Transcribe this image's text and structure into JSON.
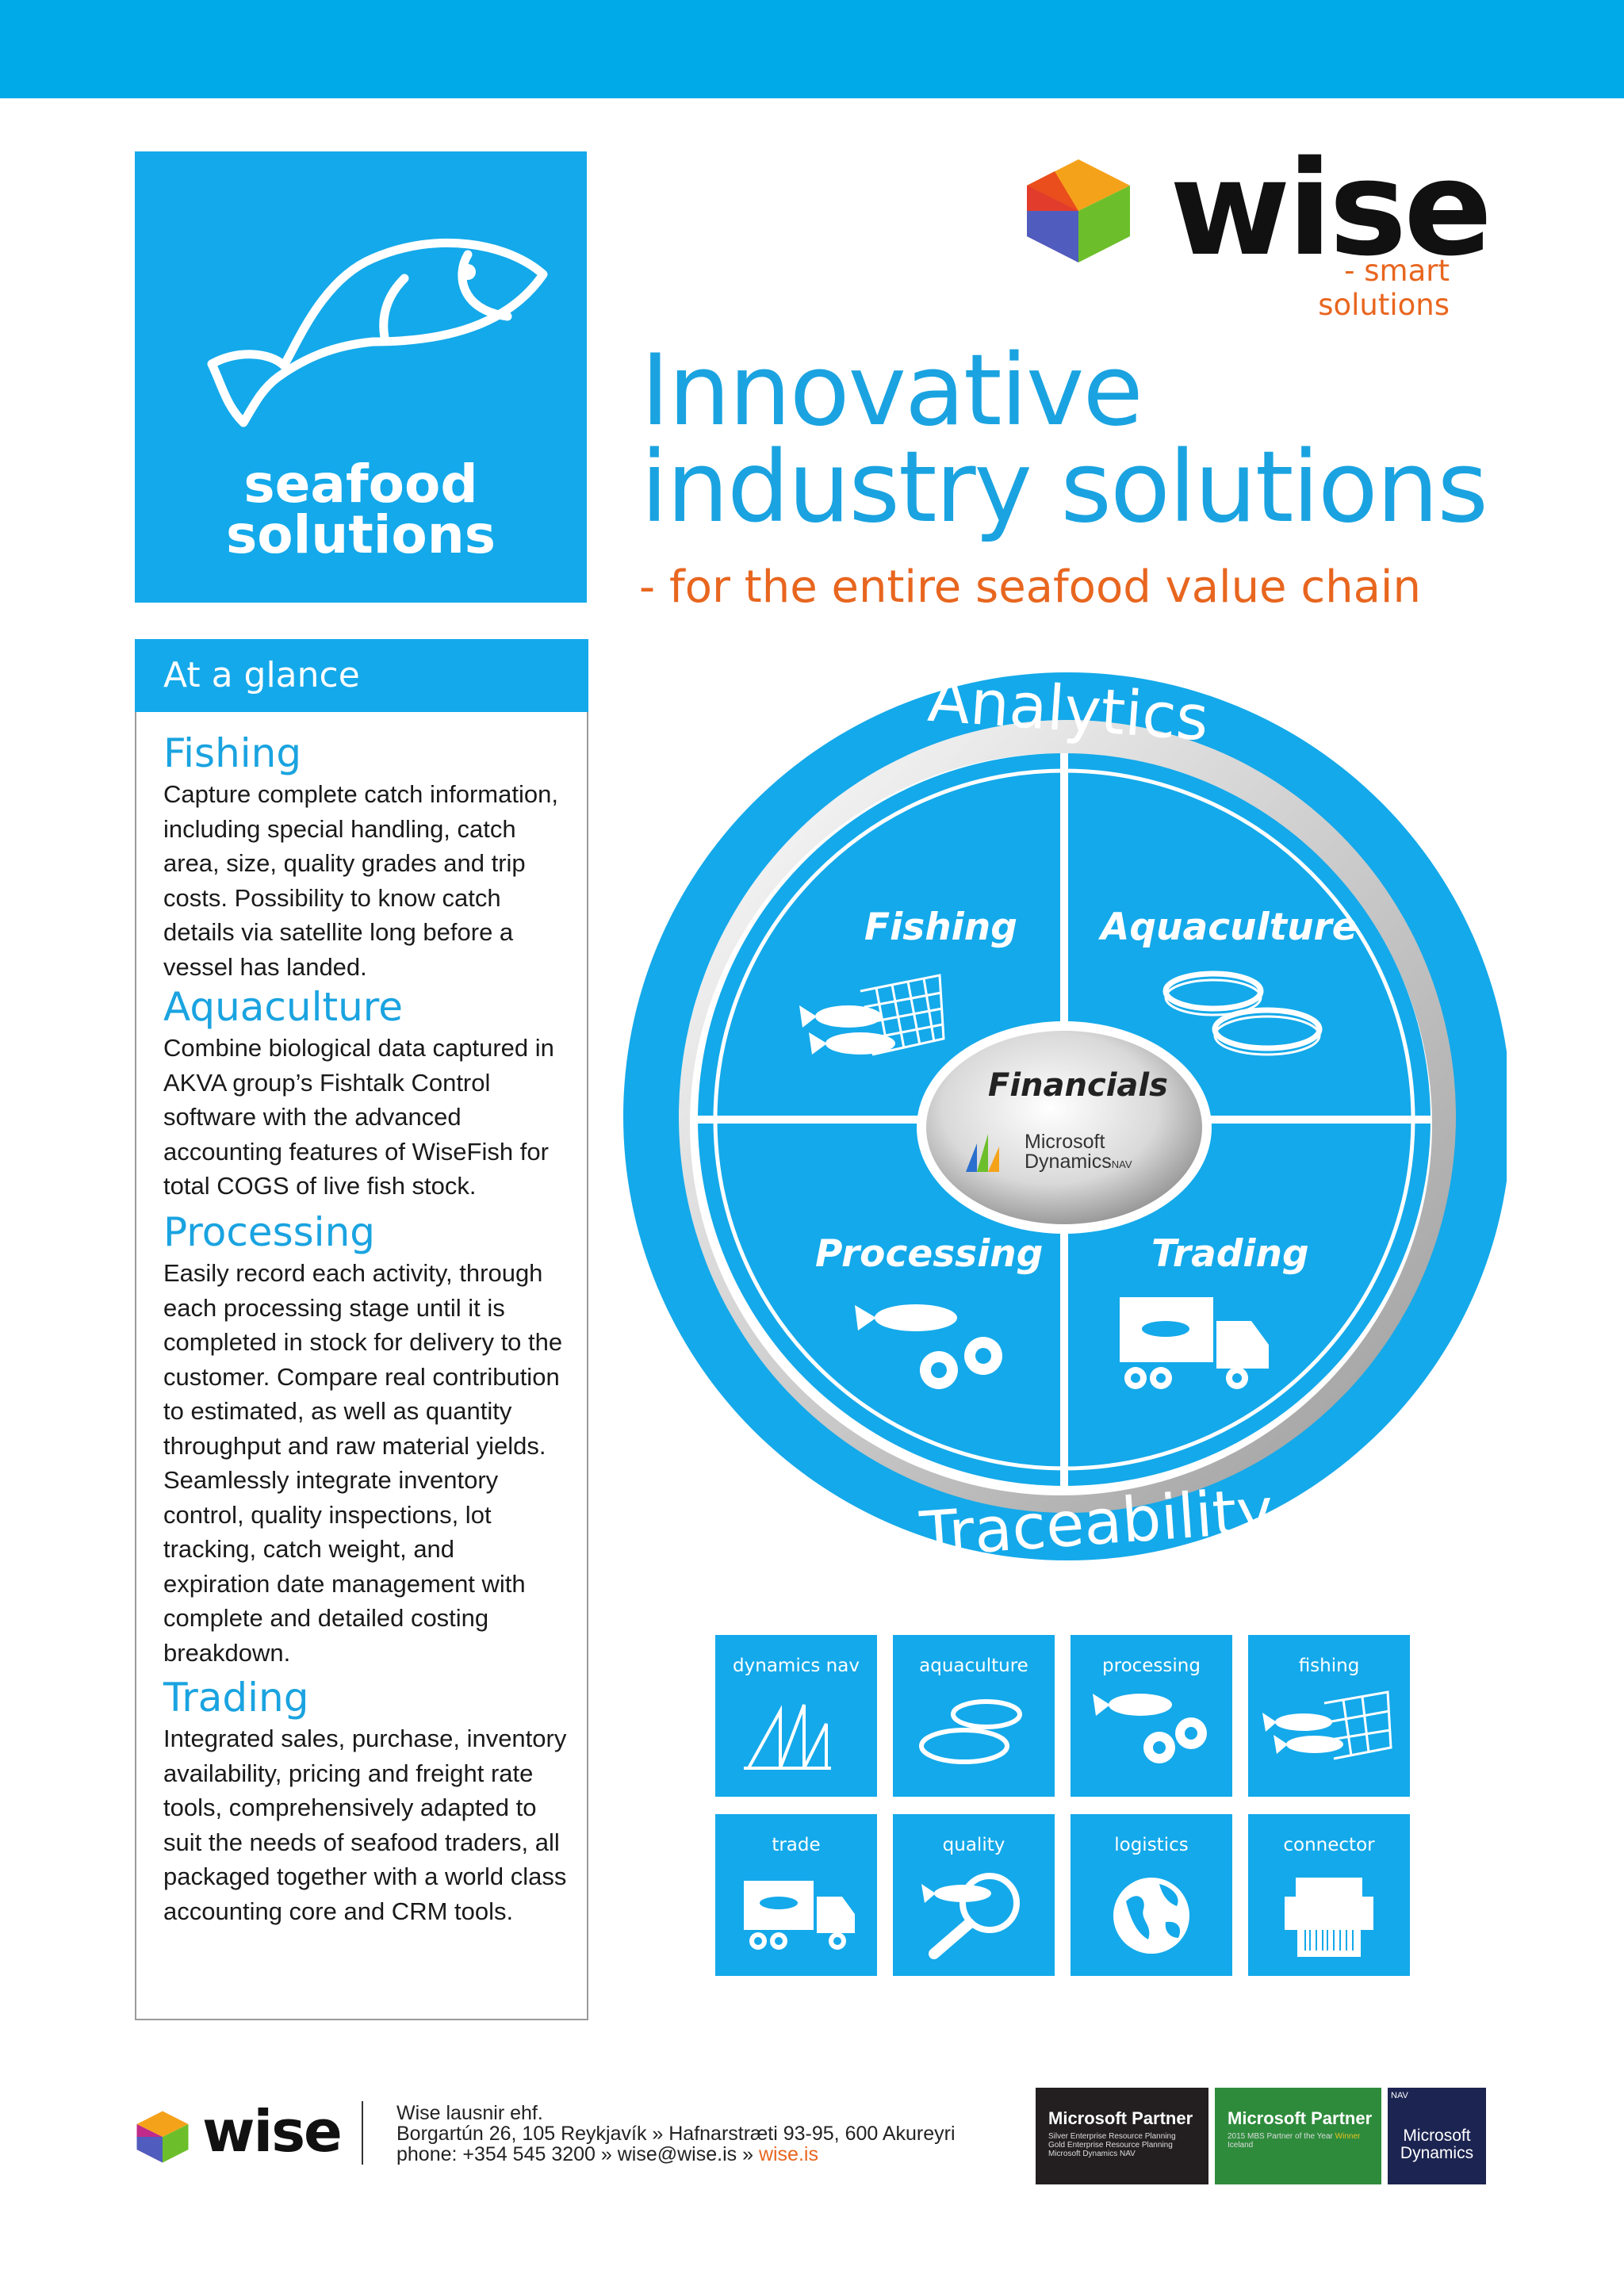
{
  "brand": {
    "logo_box": {
      "line1": "seafood",
      "line2": "solutions"
    },
    "wise_word": "wise",
    "wise_tagline": "- smart solutions"
  },
  "headline": {
    "line1": "Innovative",
    "line2": "industry solutions",
    "sub": "- for the entire seafood value chain"
  },
  "glance": {
    "title": "At a glance",
    "sections": [
      {
        "title": "Fishing",
        "body": "Capture complete catch information, including special handling, catch area, size, quality grades and trip costs. Possibility to know catch details via satellite long before a vessel has landed."
      },
      {
        "title": "Aquaculture",
        "body": "Combine biological data captured in AKVA group’s Fishtalk Control software with the advanced accounting features of WiseFish  for total COGS of live fish stock."
      },
      {
        "title": "Processing",
        "body": "Easily record each activity, through each processing stage until it is completed in stock for delivery to the customer. Compare real contribution to estimated, as well as quantity throughput and raw material yields. Seamlessly integrate inventory control, quality inspections, lot tracking, catch weight, and expiration date management with complete and detailed costing breakdown."
      },
      {
        "title": "Trading",
        "body": "Integrated sales, purchase, inventory availability, pricing and freight rate tools, comprehensively adapted to suit the needs of seafood traders, all packaged together with a world class accounting core and CRM tools."
      }
    ]
  },
  "diagram": {
    "outer_top": "Analytics",
    "outer_bottom": "Traceability",
    "quadrants": [
      "Fishing",
      "Aquaculture",
      "Processing",
      "Trading"
    ],
    "center": {
      "title": "Financials",
      "ms_line1": "Microsoft",
      "ms_line2": "Dynamics",
      "ms_suffix": "NAV"
    }
  },
  "tiles": [
    {
      "label": "dynamics nav",
      "icon": "dynamics-nav-icon"
    },
    {
      "label": "aquaculture",
      "icon": "fish-pen-icon"
    },
    {
      "label": "processing",
      "icon": "fish-gears-icon"
    },
    {
      "label": "fishing",
      "icon": "fish-net-icon"
    },
    {
      "label": "trade",
      "icon": "truck-icon"
    },
    {
      "label": "quality",
      "icon": "magnifier-fish-icon"
    },
    {
      "label": "logistics",
      "icon": "globe-icon"
    },
    {
      "label": "connector",
      "icon": "printer-barcode-icon"
    }
  ],
  "footer": {
    "company": "Wise lausnir ehf.",
    "address": "Borgartún 26, 105 Reykjavík » Hafnarstræti 93-95, 600 Akureyri",
    "contact_prefix": "phone: +354 545 3200  »  wise@wise.is  »  ",
    "website": "wise.is",
    "badges": [
      {
        "title": "Microsoft Partner",
        "l1": "Silver Enterprise Resource Planning",
        "l2": "Gold  Enterprise Resource Planning",
        "l3": "Microsoft Dynamics NAV",
        "color": "#231f20"
      },
      {
        "title": "Microsoft Partner",
        "l1": "2015 MBS Partner of the Year",
        "l1b": "Winner",
        "l2": "Iceland",
        "color": "#2e8b3c"
      },
      {
        "nav": "NAV",
        "l1": "Microsoft",
        "l2": "Dynamics",
        "color": "#1c2451"
      }
    ]
  }
}
